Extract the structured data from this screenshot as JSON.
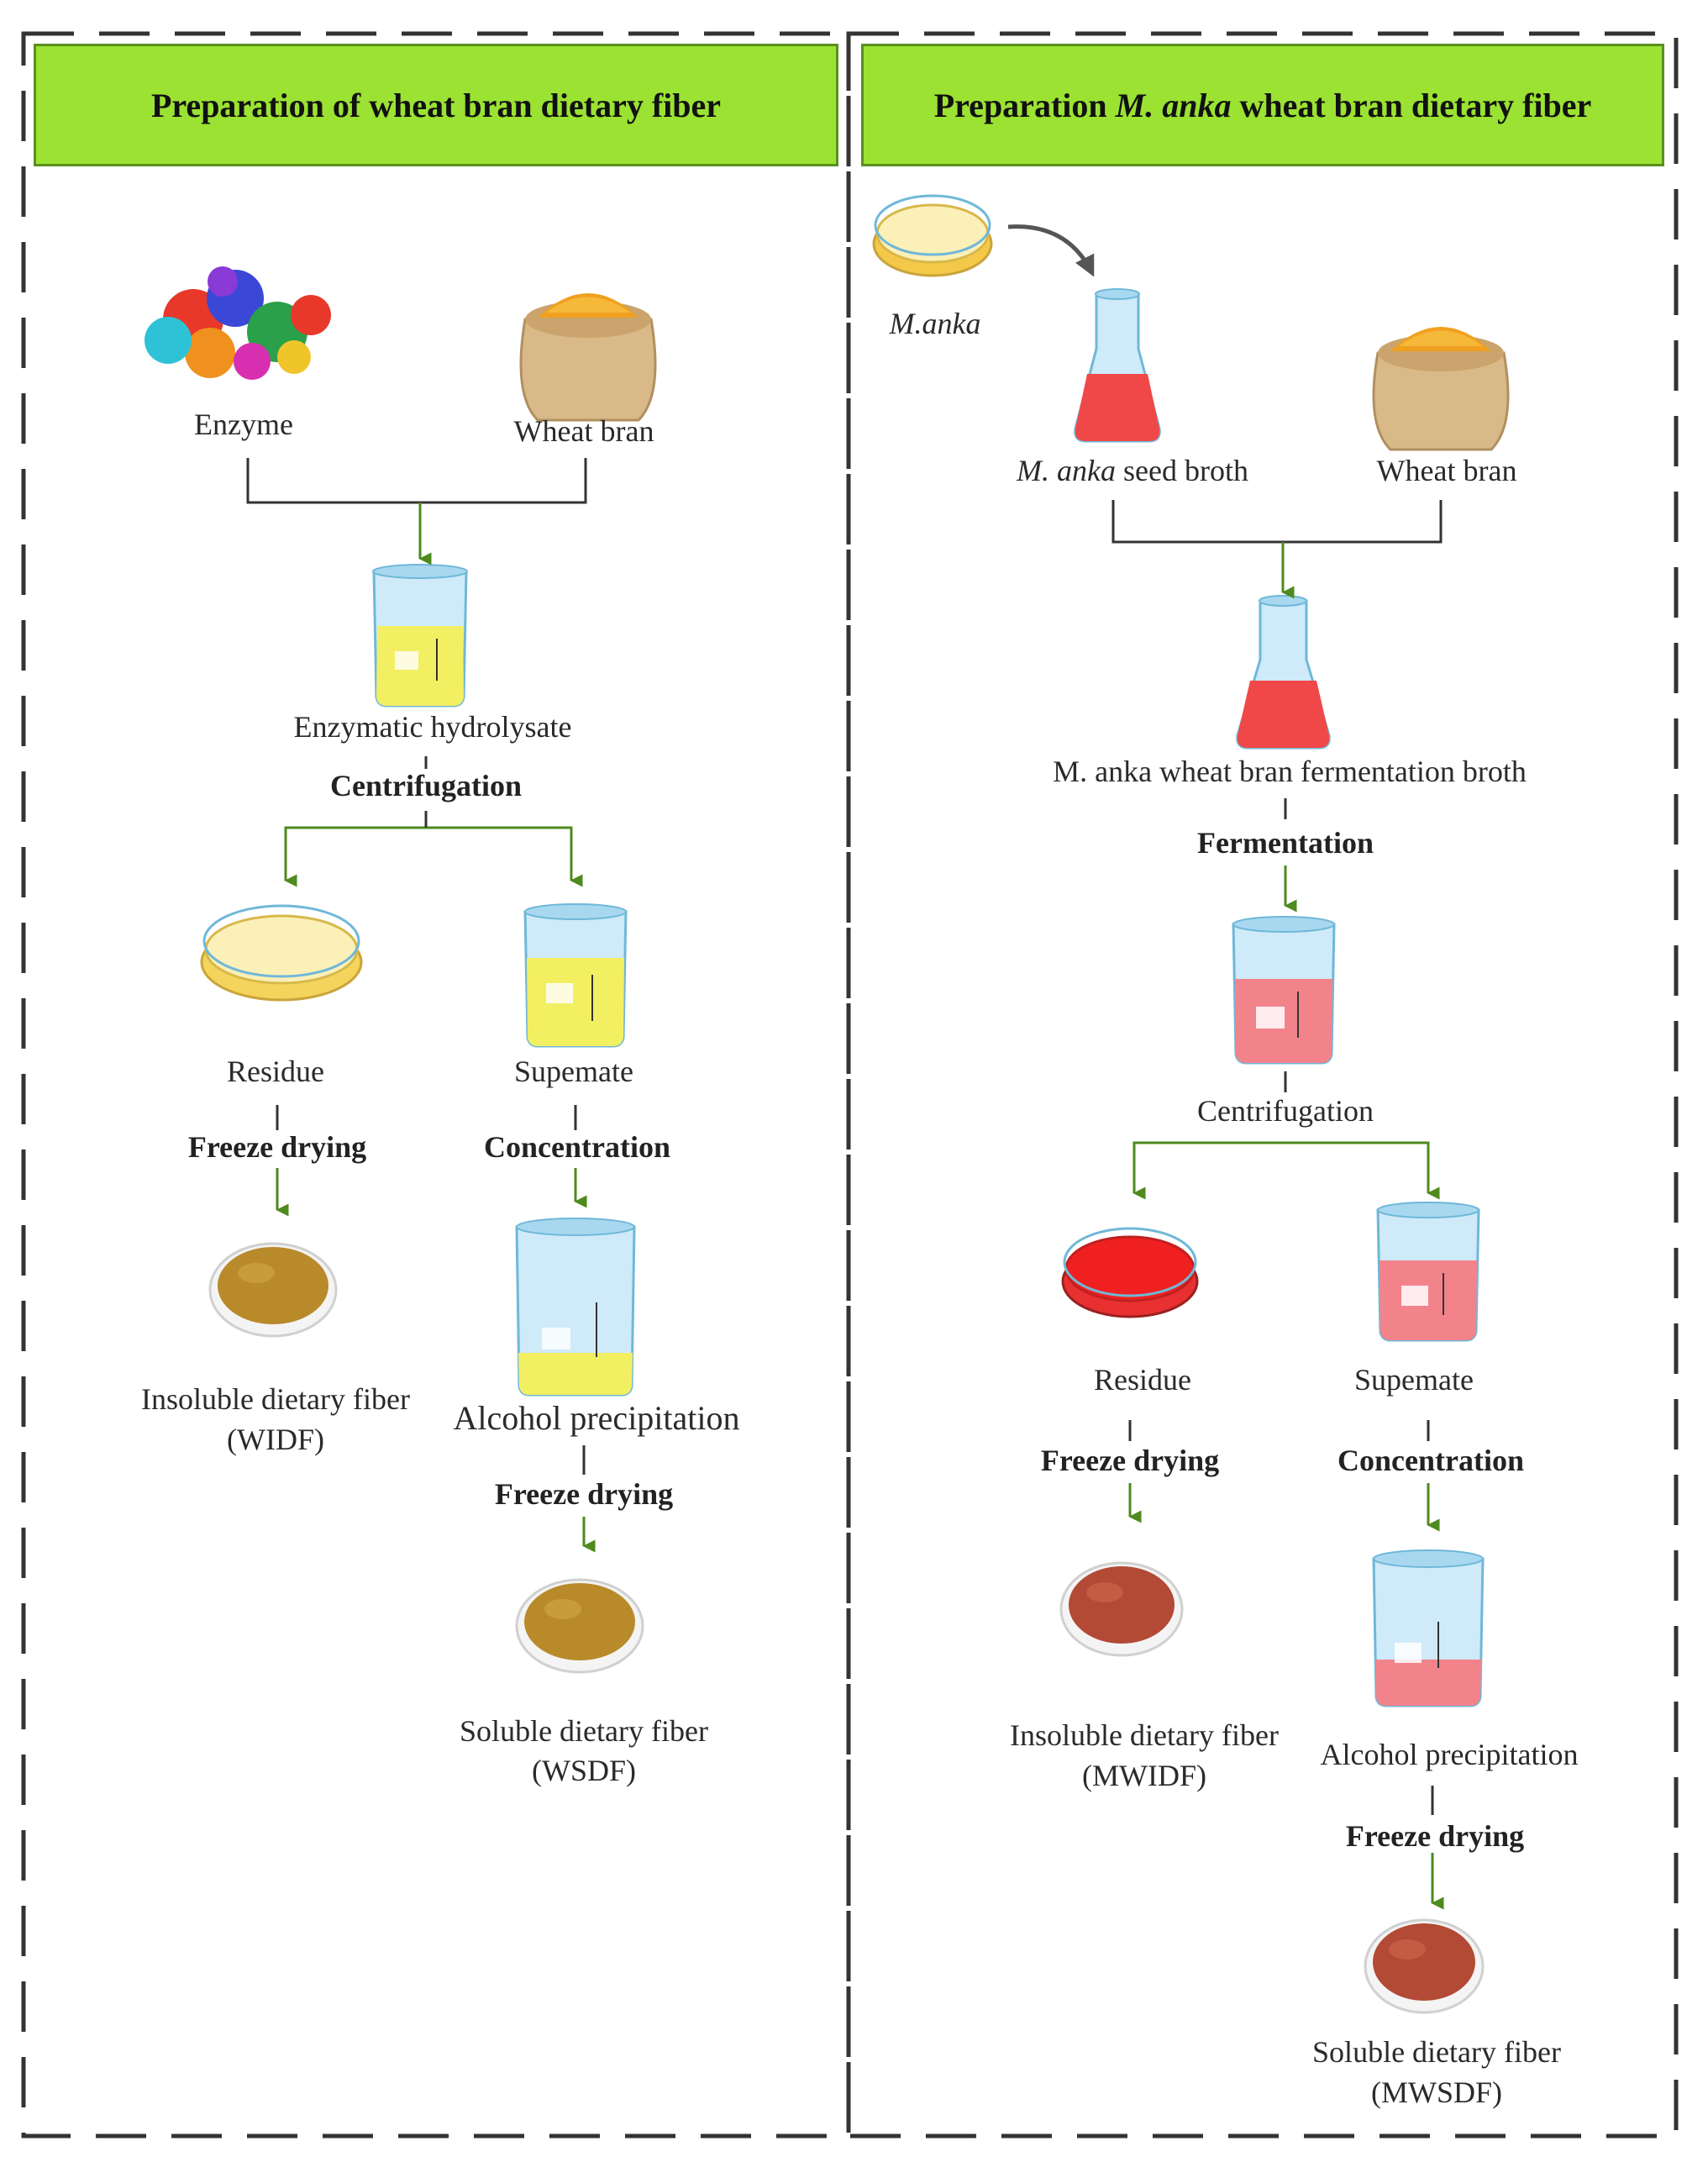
{
  "left_panel": {
    "title": "Preparation of wheat bran dietary fiber",
    "inputs": [
      "Enzyme",
      "Wheat bran"
    ],
    "hydrolysate": "Enzymatic hydrolysate",
    "split_step": "Centrifugation",
    "residue": "Residue",
    "supernatant": "Supemate",
    "residue_step": "Freeze drying",
    "supernatant_step": "Concentration",
    "insoluble_line1": "Insoluble dietary fiber",
    "insoluble_line2": "(WIDF)",
    "alcohol": "Alcohol precipitation",
    "alcohol_step": "Freeze drying",
    "soluble_line1": "Soluble dietary fiber",
    "soluble_line2": "(WSDF)"
  },
  "right_panel": {
    "title_prefix": "Preparation ",
    "title_italic": "M. anka",
    "title_suffix": " wheat bran dietary fiber",
    "organism": "M.anka",
    "seed_italic": "M. anka",
    "seed_suffix": " seed broth",
    "wheat_bran": "Wheat bran",
    "fermentation_broth": "M. anka wheat bran fermentation broth",
    "fermentation_step": "Fermentation",
    "split_step": "Centrifugation",
    "residue": "Residue",
    "supernatant": "Supemate",
    "residue_step": "Freeze drying",
    "supernatant_step": "Concentration",
    "insoluble_line1": "Insoluble dietary fiber",
    "insoluble_line2": "(MWIDF)",
    "alcohol": "Alcohol precipitation",
    "alcohol_step": "Freeze drying",
    "soluble_line1": "Soluble dietary fiber",
    "soluble_line2": "(MWSDF)"
  },
  "colors": {
    "header_fill": "#9be233",
    "arrow": "#4e8a1e",
    "yellow_liquid": "#f2ef63",
    "red_liquid": "#f04848",
    "pink_liquid": "#f3838b",
    "powder_brown": "#b88a2a",
    "powder_red": "#b34a35"
  }
}
